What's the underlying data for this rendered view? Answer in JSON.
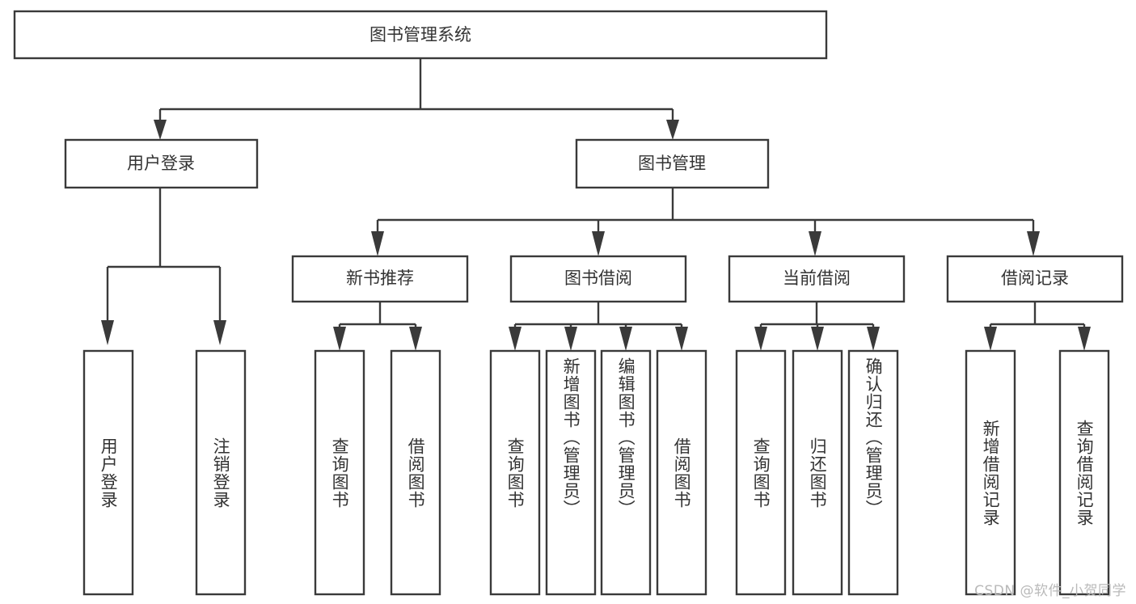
{
  "diagram": {
    "title": "图书管理系统",
    "type": "tree",
    "watermark": "CSDN @软件_小贺同学",
    "colors": {
      "background": "#ffffff",
      "box_fill": "#ffffff",
      "box_stroke": "#3a3a3a",
      "text": "#333333",
      "watermark": "#b9b9b9"
    },
    "root": {
      "id": "root",
      "label": "图书管理系统",
      "orientation": "horizontal"
    },
    "level2": [
      {
        "id": "user-login",
        "label": "用户登录",
        "orientation": "horizontal"
      },
      {
        "id": "book-manage",
        "label": "图书管理",
        "orientation": "horizontal"
      }
    ],
    "level3": [
      {
        "id": "new-book-recommend",
        "label": "新书推荐",
        "parent": "book-manage",
        "orientation": "horizontal"
      },
      {
        "id": "book-borrow",
        "label": "图书借阅",
        "parent": "book-manage",
        "orientation": "horizontal"
      },
      {
        "id": "current-borrow",
        "label": "当前借阅",
        "parent": "book-manage",
        "orientation": "horizontal"
      },
      {
        "id": "borrow-record",
        "label": "借阅记录",
        "parent": "book-manage",
        "orientation": "horizontal"
      }
    ],
    "leaves": [
      {
        "id": "leaf-user-login",
        "label": "用户登录",
        "parent": "user-login",
        "orientation": "vertical"
      },
      {
        "id": "leaf-user-logout",
        "label": "注销登录",
        "parent": "user-login",
        "orientation": "vertical"
      },
      {
        "id": "leaf-query-book-1",
        "label": "查询图书",
        "parent": "new-book-recommend",
        "orientation": "vertical"
      },
      {
        "id": "leaf-borrow-book-1",
        "label": "借阅图书",
        "parent": "new-book-recommend",
        "orientation": "vertical"
      },
      {
        "id": "leaf-query-book-2",
        "label": "查询图书",
        "parent": "book-borrow",
        "orientation": "vertical"
      },
      {
        "id": "leaf-add-book",
        "label": "新增图书（管理员）",
        "parent": "book-borrow",
        "orientation": "vertical"
      },
      {
        "id": "leaf-edit-book",
        "label": "编辑图书（管理员）",
        "parent": "book-borrow",
        "orientation": "vertical"
      },
      {
        "id": "leaf-borrow-book-2",
        "label": "借阅图书",
        "parent": "book-borrow",
        "orientation": "vertical"
      },
      {
        "id": "leaf-query-book-3",
        "label": "查询图书",
        "parent": "current-borrow",
        "orientation": "vertical"
      },
      {
        "id": "leaf-return-book",
        "label": "归还图书",
        "parent": "current-borrow",
        "orientation": "vertical"
      },
      {
        "id": "leaf-confirm-return",
        "label": "确认归还（管理员）",
        "parent": "current-borrow",
        "orientation": "vertical"
      },
      {
        "id": "leaf-add-borrow-record",
        "label": "新增借阅记录",
        "parent": "borrow-record",
        "orientation": "vertical"
      },
      {
        "id": "leaf-query-borrow-record",
        "label": "查询借阅记录",
        "parent": "borrow-record",
        "orientation": "vertical"
      }
    ]
  }
}
